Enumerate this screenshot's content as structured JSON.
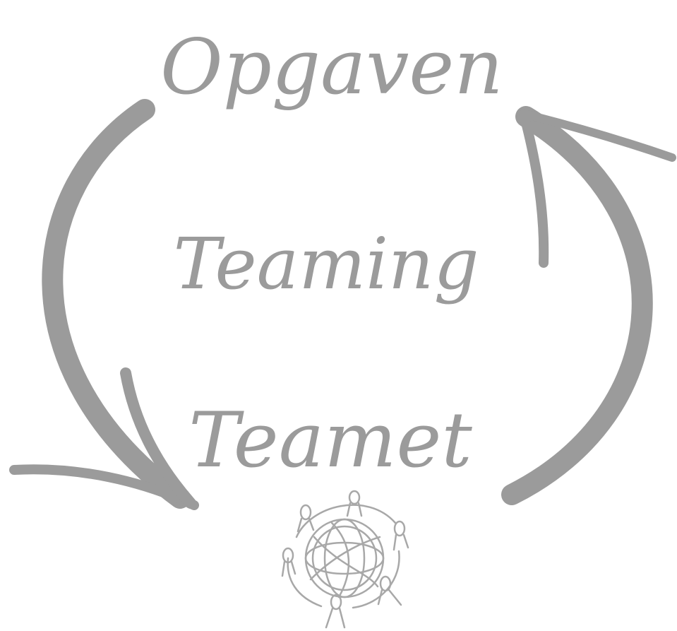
{
  "diagram": {
    "top_label": "Opgaven",
    "center_label": "Teaming",
    "bottom_label": "Teamet",
    "colors": {
      "ink": "#9b9b9b",
      "ink_light": "#a8a8a8",
      "background": "#ffffff"
    },
    "icons": {
      "left_arrow": "curved-arrow-down-left-icon",
      "right_arrow": "curved-arrow-up-right-icon",
      "team": "team-circle-icon"
    }
  }
}
